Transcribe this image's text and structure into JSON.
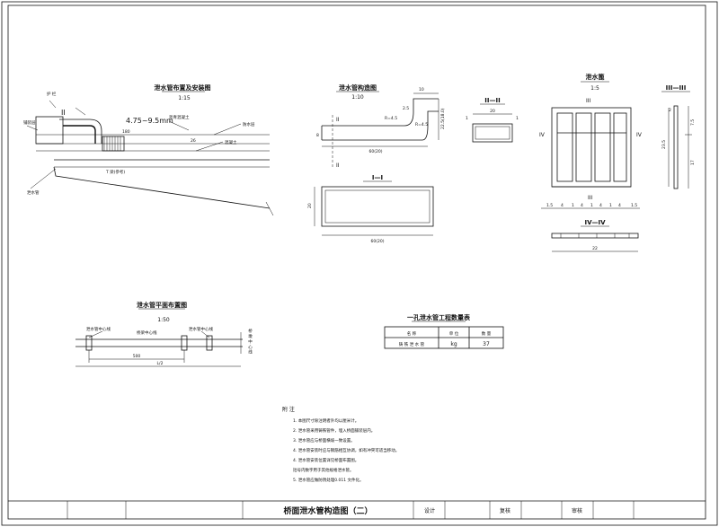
{
  "drawing_title": "桥面泄水管构造图（二）",
  "title_block": {
    "design": "设计",
    "review": "复核",
    "approve": "审核"
  },
  "views": {
    "section_view": {
      "title": "泄水管布置及安装图",
      "scale": "1:15",
      "label_drain": "泄水管",
      "label_pipe_size": "4.75~9.5mm",
      "dim_180": "180",
      "dim_26": "26",
      "label_beam": "T 梁(参考)",
      "label_roman": "II"
    },
    "pipe_structure": {
      "title": "泄水管构造图",
      "scale": "1:10",
      "dim_top": "10",
      "dim_r1": "R=4.5",
      "dim_r2": "R=4.5",
      "dim_side": "22.5(18.0)",
      "dim_bottom": "60(20)",
      "dim_left": "8",
      "dim_25": "2.5",
      "mark": "II"
    },
    "section_1": {
      "title": "I—I",
      "dim_bottom": "60(20)",
      "dim_side": "20"
    },
    "section_2": {
      "title": "II—II",
      "dim_top": "20",
      "dim_left": "1",
      "dim_right": "1"
    },
    "grille": {
      "title": "泄水篦",
      "scale": "1:5",
      "mark_left": "IV",
      "mark_right": "IV",
      "mark_top": "III",
      "mark_bottom": "III",
      "dims_bottom": [
        "1.5",
        "4",
        "1",
        "4",
        "1",
        "4",
        "1",
        "4",
        "1.5"
      ],
      "dim_height": "23.5"
    },
    "section_3": {
      "title": "III—III",
      "dims": [
        "7.5",
        "17"
      ],
      "dim_small": "2"
    },
    "section_4": {
      "title": "IV—IV",
      "dim_bottom": "22"
    },
    "plan_view": {
      "title": "泄水管平面布置图",
      "scale": "1:50",
      "label_a": "泄水管中心线",
      "label_b": "桥梁中心线",
      "label_c": "泄水管中心线",
      "dim_500": "500",
      "dim_l2": "L/2",
      "label_right": "桥 墩 中 心 线"
    },
    "table": {
      "title": "一孔泄水管工程数量表",
      "headers": [
        "名 称",
        "单 位",
        "数 量"
      ],
      "row": [
        "铸 铁 泄 水 管",
        "kg",
        "37"
      ]
    },
    "notes": {
      "heading": "附 注",
      "items": [
        "1. 本图尺寸除注明者外均以厘米计。",
        "2. 泄水管采用铸铁管件，埋入桥面铺装层内。",
        "3. 泄水管应与桥面横坡一致设置。",
        "4. 泄水管安装时应与钢筋相互协调，如有冲突可适当移动。",
        "4. 泄水管安装位置详见桥面布置图。",
        "   括号内数字用于其他规格泄水管。",
        "5. 泄水管应做防锈处理0.011 文件化。"
      ]
    }
  }
}
